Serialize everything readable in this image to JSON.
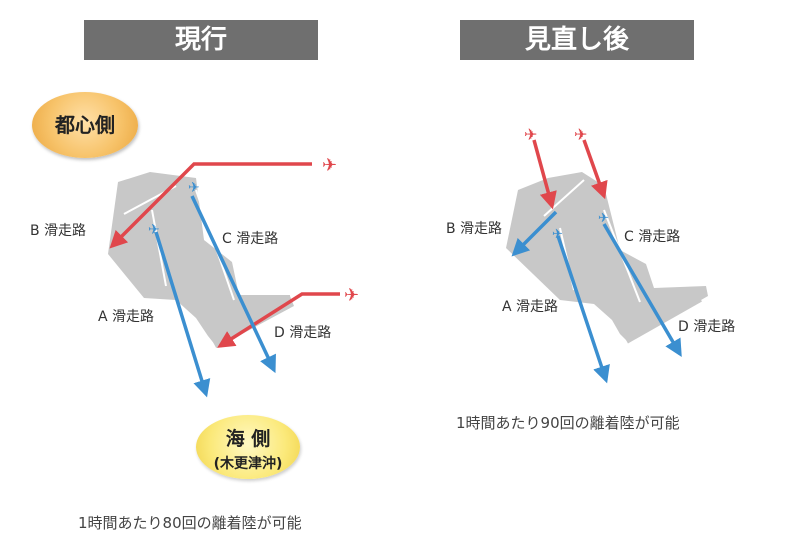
{
  "headers": {
    "current": "現行",
    "revised": "見直し後"
  },
  "badges": {
    "city_side": "都心側",
    "sea_side": "海 側",
    "sea_side_sub": "(木更津沖)"
  },
  "runways": {
    "left": {
      "b": "B 滑走路",
      "c": "C 滑走路",
      "a": "A 滑走路",
      "d": "D 滑走路"
    },
    "right": {
      "b": "B 滑走路",
      "c": "C 滑走路",
      "a": "A 滑走路",
      "d": "D 滑走路"
    }
  },
  "captions": {
    "current": "1時間あたり80回の離着陸が可能",
    "revised": "1時間あたり90回の離着陸が可能"
  },
  "colors": {
    "arrival": "#e0474c",
    "departure": "#3b8fd0",
    "airport": "#c8c8c8",
    "header": "#6f6f6f"
  }
}
